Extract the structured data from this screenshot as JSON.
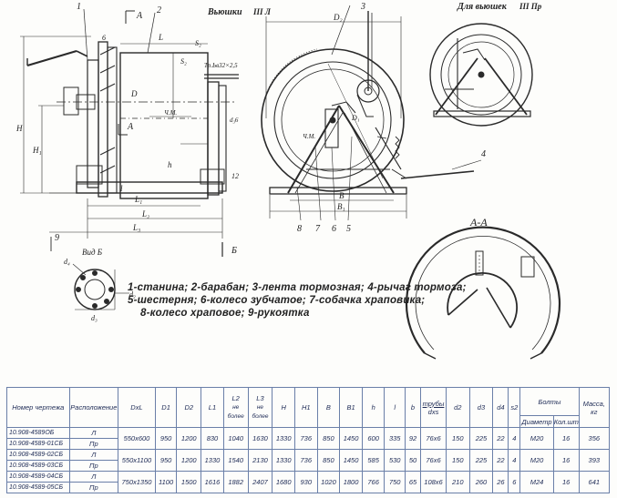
{
  "drawing": {
    "title_left": "Вьюшки",
    "title_left_type": "III Л",
    "title_right": "Для вьюшек",
    "title_right_type": "III Пр",
    "section_label": "А-А",
    "view_label": "Вид Б",
    "arrow_a": "А",
    "arrow_b": "Б",
    "pipe_note": "Тр.Ьв32×2,5",
    "um_label": "Ч.М.",
    "um_label_2": "Ч.М.",
    "d6_label": "d₃6",
    "pos_labels_top": [
      "1",
      "2",
      "3",
      "4"
    ],
    "pos_labels_bottom": [
      "8",
      "7",
      "6",
      "5"
    ],
    "pos_9": "9",
    "dims": {
      "L": "L",
      "S2": "S₂",
      "S2b": "S₂",
      "D": "D",
      "H": "H",
      "H1": "H₁",
      "h": "h",
      "l": "l",
      "L1": "L₁",
      "L2": "L₂",
      "L3": "L₃",
      "b12": "12",
      "D2": "D₂",
      "D1": "D₁",
      "B": "B",
      "B1": "B₁",
      "d4": "d₄",
      "d2": "d₂",
      "d3": "d₃",
      "n6": "6"
    }
  },
  "caption": {
    "line1": "1-станина; 2-барабан; 3-лента тормозная; 4-рычаг тормоза;",
    "line2": "5-шестерня; 6-колесо зубчатое; 7-собачка храповика;",
    "line3": "8-колесо храповое; 9-рукоятка"
  },
  "table": {
    "headers": {
      "drawing_no": "Номер чертежа",
      "location": "Расположение",
      "dxl": "DxL",
      "d1": "D1",
      "d2": "D2",
      "l1": "L1",
      "l2": "L2",
      "l2_sub": "не более",
      "l3": "L3",
      "l3_sub": "не более",
      "h": "H",
      "h1": "H1",
      "b": "B",
      "b1": "B1",
      "hh": "h",
      "ll": "l",
      "bb": "b",
      "pipe": "трубы",
      "pipe_sub": "dxs",
      "dd2": "d2",
      "dd3": "d3",
      "dd4": "d4",
      "s2": "s2",
      "bolts": "Болты",
      "bolt_diam": "Диаметр",
      "bolt_qty": "Кол.шт.",
      "mass": "Масса, кг"
    },
    "rows": [
      {
        "no": "10.908-4589ОБ",
        "loc": "Л"
      },
      {
        "no": "10.908-4589-01СБ",
        "loc": "Пр"
      },
      {
        "no": "10.908-4589-02СБ",
        "loc": "Л"
      },
      {
        "no": "10.908-4589-03СБ",
        "loc": "Пр"
      },
      {
        "no": "10.908-4589-04СБ",
        "loc": "Л"
      },
      {
        "no": "10.908-4589-05СБ",
        "loc": "Пр"
      }
    ],
    "groups": [
      {
        "dxl": "550x600",
        "d1": "950",
        "d2": "1200",
        "l1": "830",
        "l2": "1040",
        "l3": "1630",
        "h": "1330",
        "h1": "736",
        "b": "850",
        "b1": "1450",
        "hh": "600",
        "ll": "335",
        "bb": "92",
        "pipe": "76x6",
        "dd2": "150",
        "dd3": "225",
        "dd4": "22",
        "s2": "4",
        "bolt": "М20",
        "qty": "16",
        "mass": "356"
      },
      {
        "dxl": "550x1100",
        "d1": "950",
        "d2": "1200",
        "l1": "1330",
        "l2": "1540",
        "l3": "2130",
        "h": "1330",
        "h1": "736",
        "b": "850",
        "b1": "1450",
        "hh": "585",
        "ll": "530",
        "bb": "50",
        "pipe": "76x6",
        "dd2": "150",
        "dd3": "225",
        "dd4": "22",
        "s2": "4",
        "bolt": "М20",
        "qty": "16",
        "mass": "393"
      },
      {
        "dxl": "750x1350",
        "d1": "1100",
        "d2": "1500",
        "l1": "1616",
        "l2": "1882",
        "l3": "2407",
        "h": "1680",
        "h1": "930",
        "b": "1020",
        "b1": "1800",
        "hh": "766",
        "ll": "750",
        "bb": "65",
        "pipe": "108x6",
        "dd2": "210",
        "dd3": "260",
        "dd4": "26",
        "s2": "6",
        "bolt": "М24",
        "qty": "16",
        "mass": "641"
      }
    ]
  }
}
